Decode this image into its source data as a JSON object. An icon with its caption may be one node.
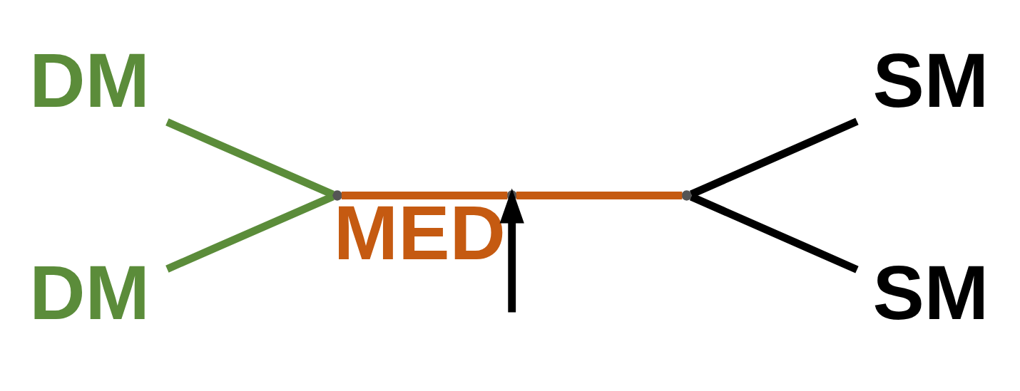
{
  "diagram": {
    "nodes": [
      {
        "text": [
          "DM"
        ]
      },
      {
        "text": [
          "DM"
        ]
      },
      {
        "text": [],
        "shape": "point"
      },
      {
        "text": [],
        "shape": "point",
        "beside": [
          "MED"
        ]
      },
      {
        "text": [],
        "shape": "point"
      },
      {
        "text": [
          "SM"
        ]
      },
      {
        "text": [
          "SM"
        ]
      }
    ],
    "edges": [
      {
        "from": 0,
        "to": 2,
        "arrow": "none",
        "color": "#5b8c3a"
      },
      {
        "from": 1,
        "to": 2,
        "arrow": "none",
        "color": "#5b8c3a"
      },
      {
        "from": 2,
        "to": 3,
        "arrow": "none",
        "color": "#c55a11"
      },
      {
        "from": 3,
        "to": 4,
        "arrow": "none",
        "color": "#c55a11"
      },
      {
        "from": 4,
        "to": 5,
        "arrow": "none",
        "color": "#000000"
      },
      {
        "from": 4,
        "to": 6,
        "arrow": "none",
        "color": "#000000"
      },
      {
        "from": null,
        "to": 3,
        "arrow": "to"
      }
    ]
  }
}
